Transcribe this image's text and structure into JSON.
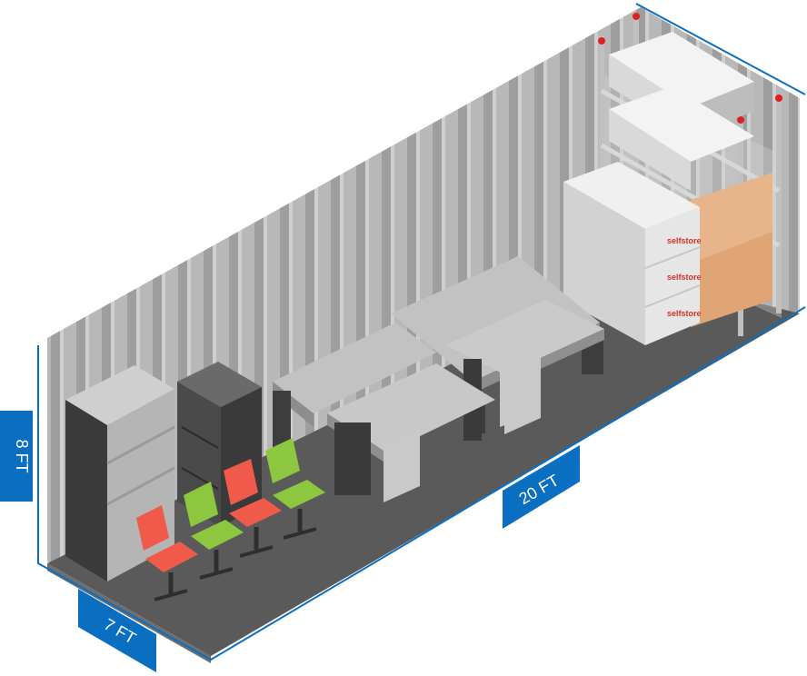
{
  "dimensions": {
    "height_label": "8 FT",
    "depth_label": "7 FT",
    "length_label": "20 FT"
  },
  "box_brand": "selfstore",
  "colors": {
    "accent_blue": "#0a6fc0",
    "wall": "#b3b3b3",
    "floor": "#5a5a5a",
    "furniture_dark": "#3a3a3a",
    "furniture_light": "#bdbdbd",
    "chair_red": "#ef5a4a",
    "chair_green": "#8dc63f",
    "box_white": "#ededed",
    "box_kraft": "#e8b48a"
  }
}
